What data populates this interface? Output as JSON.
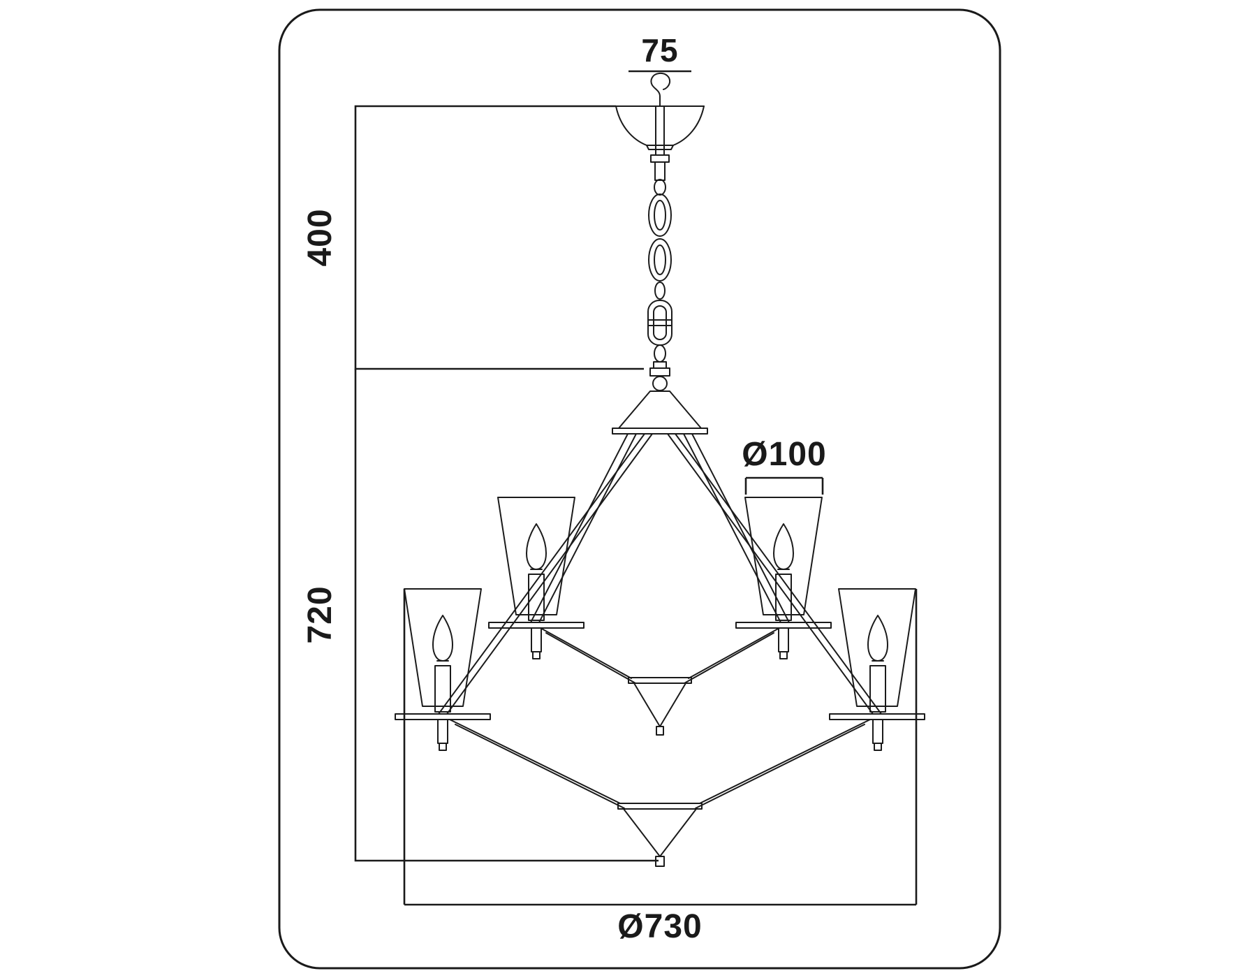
{
  "diagram": {
    "type": "chandelier-dimension-drawing",
    "background": "#ffffff",
    "line_color": "#1b1b1b",
    "dimensions": {
      "hook_width": "75",
      "suspension_height": "400",
      "body_height": "720",
      "shade_diameter": "Ø100",
      "overall_diameter": "Ø730"
    }
  }
}
